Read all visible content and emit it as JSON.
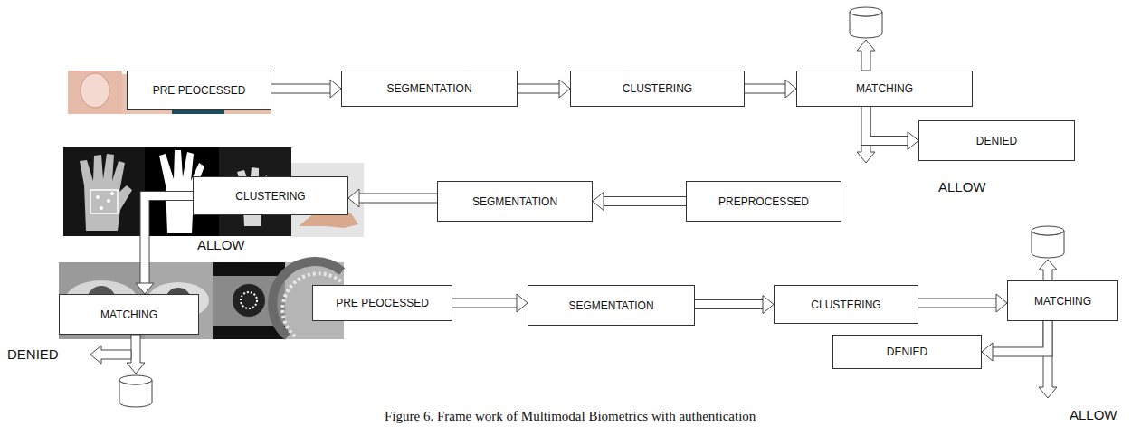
{
  "diagram": {
    "caption": "Figure 6. Frame work of Multimodal Biometrics with authentication",
    "nodes": [
      {
        "text": [
          "PRE PEOCESSED"
        ]
      },
      {
        "text": [
          "SEGMENTATION"
        ]
      },
      {
        "text": [
          "CLUSTERING"
        ]
      },
      {
        "text": [
          "MATCHING"
        ]
      },
      {
        "text": [
          "DENIED"
        ]
      },
      {
        "text": [
          "PREPROCESSED"
        ]
      },
      {
        "text": [
          "SEGMENTATION"
        ]
      },
      {
        "text": [
          "CLUSTERING"
        ]
      },
      {
        "text": [
          "MATCHING"
        ]
      },
      {
        "text": [
          "PRE PEOCESSED"
        ]
      },
      {
        "text": [
          "SEGMENTATION"
        ]
      },
      {
        "text": [
          "CLUSTERING"
        ]
      },
      {
        "text": [
          "MATCHING"
        ]
      },
      {
        "text": [
          "DENIED"
        ]
      }
    ],
    "edges": [
      {
        "from": 0,
        "to": 1,
        "arrow": "to"
      },
      {
        "from": 1,
        "to": 2,
        "arrow": "to"
      },
      {
        "from": 2,
        "to": 3,
        "arrow": "to"
      },
      {
        "from": 3,
        "to": 4,
        "arrow": "to"
      },
      {
        "from": 5,
        "to": 6,
        "arrow": "to"
      },
      {
        "from": 6,
        "to": 7,
        "arrow": "to"
      },
      {
        "from": 7,
        "to": 8,
        "arrow": "to"
      },
      {
        "from": 9,
        "to": 10,
        "arrow": "to"
      },
      {
        "from": 10,
        "to": 11,
        "arrow": "to"
      },
      {
        "from": 11,
        "to": 12,
        "arrow": "to"
      },
      {
        "from": 12,
        "to": 13,
        "arrow": "to"
      }
    ],
    "labels": [
      "ALLOW",
      "ALLOW",
      "DENIED",
      "ALLOW"
    ]
  }
}
